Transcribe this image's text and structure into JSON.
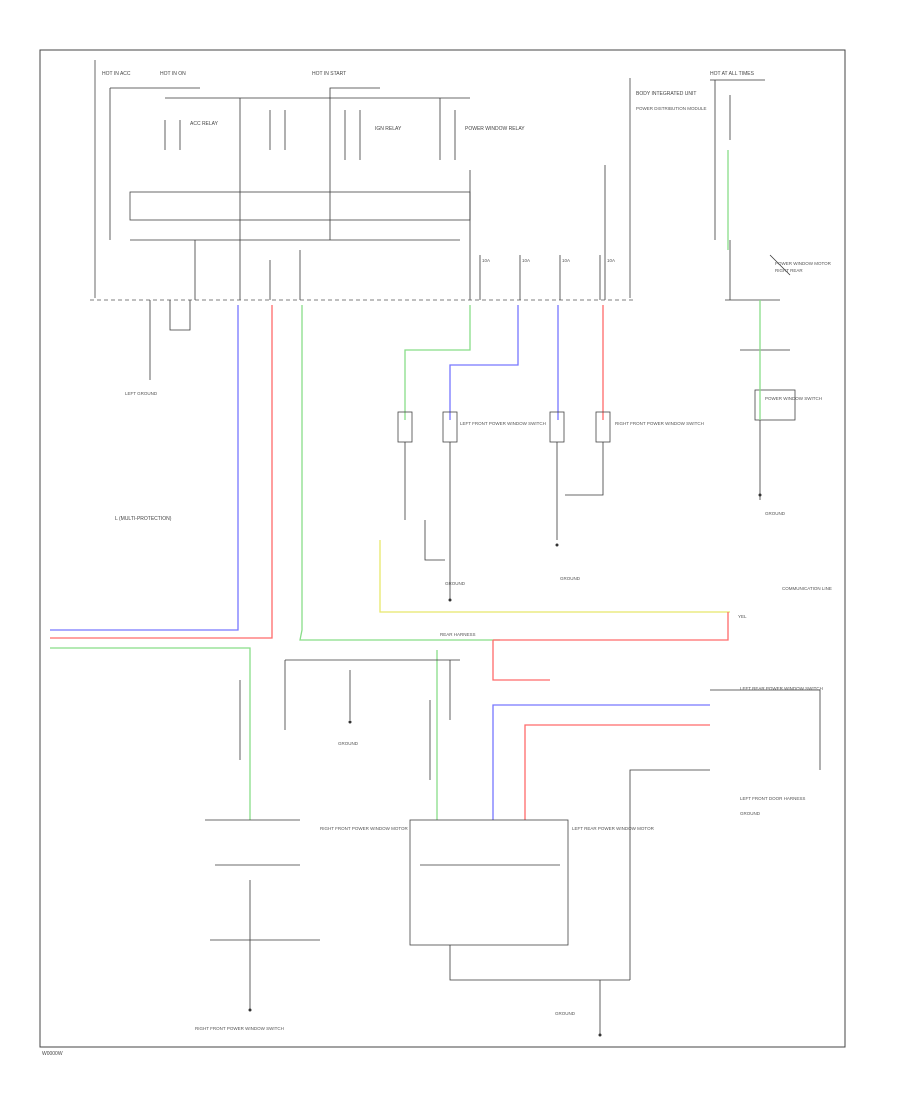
{
  "diagram": {
    "frame_code": "W0000W",
    "colors": {
      "blue": "#7777ff",
      "red": "#ff6a6a",
      "green": "#88dd88",
      "yellow": "#e8e86a",
      "black": "#3a3a3a"
    },
    "labels": {
      "l_hot1": "HOT IN ACC",
      "l_hot2": "HOT IN ON",
      "l_hot3": "HOT IN START",
      "l_hot4": "HOT AT ALL TIMES",
      "l_bcm_name": "BODY INTEGRATED UNIT",
      "l_relay1": "ACC RELAY",
      "l_relay2": "IGN RELAY",
      "l_relay3": "POWER WINDOW RELAY",
      "l_module_side": "POWER DISTRIBUTION MODULE",
      "l_ground_left": "LEFT GROUND",
      "l_module_note": "L (MULTI-PROTECTION)",
      "l_sw_left_front": "LEFT FRONT POWER WINDOW SWITCH",
      "l_sw_right_front": "RIGHT FRONT POWER WINDOW SWITCH",
      "l_ground_center": "GROUND",
      "l_ground_center2": "GROUND",
      "l_tr_block": "POWER WINDOW MOTOR",
      "l_tr_block2": "RIGHT REAR",
      "l_tr_switch": "POWER WINDOW SWITCH",
      "l_tr_ground": "GROUND",
      "l_comm": "COMMUNICATION LINE",
      "l_comm_tag": "YEL",
      "l_rear_mid": "REAR HARNESS",
      "l_rf_motor": "RIGHT FRONT POWER WINDOW MOTOR",
      "l_rf_switch": "RIGHT FRONT POWER WINDOW SWITCH",
      "l_ground_bottom": "GROUND",
      "l_lr_unit": "LEFT REAR POWER WINDOW MOTOR",
      "l_rr_connector": "LEFT REAR POWER WINDOW SWITCH",
      "l_rr_note": "LEFT FRONT DOOR HARNESS",
      "l_ground_br": "GROUND",
      "l_ground_bottom_right": "GROUND"
    }
  }
}
